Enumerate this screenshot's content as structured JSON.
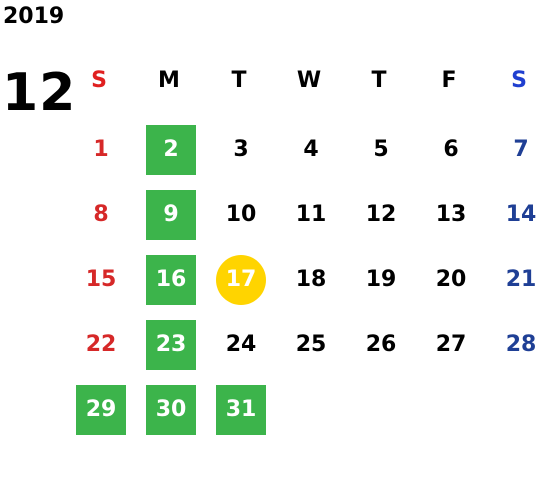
{
  "calendar": {
    "year": "2019",
    "month": "12",
    "weekdays": [
      "S",
      "M",
      "T",
      "W",
      "T",
      "F",
      "S"
    ],
    "first_weekday_index": 0,
    "days": [
      "1",
      "2",
      "3",
      "4",
      "5",
      "6",
      "7",
      "8",
      "9",
      "10",
      "11",
      "12",
      "13",
      "14",
      "15",
      "16",
      "17",
      "18",
      "19",
      "20",
      "21",
      "22",
      "23",
      "24",
      "25",
      "26",
      "27",
      "28",
      "29",
      "30",
      "31"
    ],
    "marked_days": [
      "2",
      "9",
      "16",
      "23",
      "29",
      "30",
      "31"
    ],
    "today": "17",
    "colors": {
      "sunday": "#d62828",
      "saturday": "#1f3f95",
      "weekday": "#000000",
      "marked_bg": "#3cb44b",
      "today_bg": "#ffd400",
      "sunday_header": "#e02020",
      "saturday_header": "#1f3fd0"
    }
  }
}
